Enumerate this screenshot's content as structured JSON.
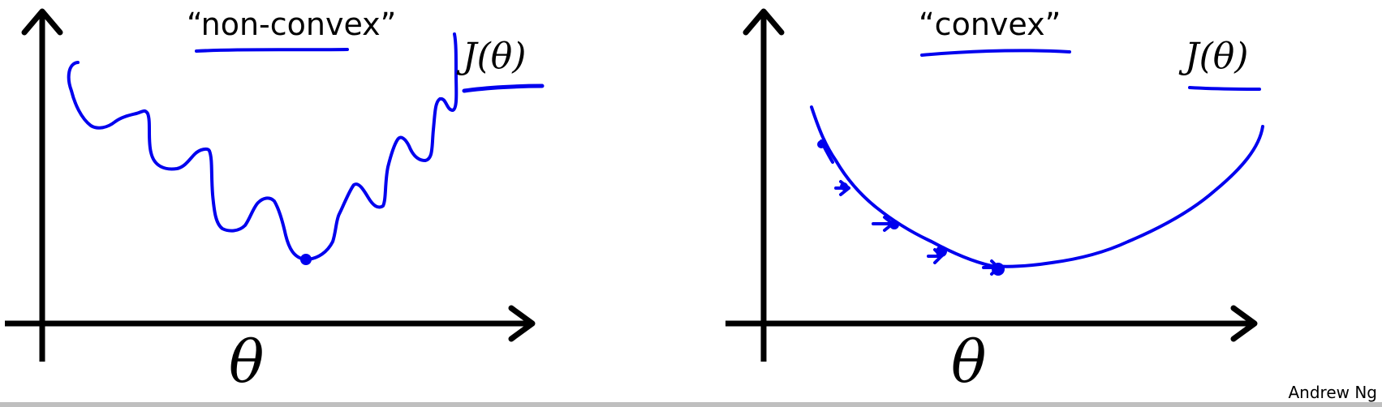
{
  "colors": {
    "ink": "#0000ee",
    "axis": "#000000",
    "rule": "#bfbfbf"
  },
  "slide": {
    "author": "Andrew Ng"
  },
  "plots": [
    {
      "title": "“non-convex”",
      "xlabel": "θ",
      "ylabel": "J(θ)",
      "curve_kind": "non-convex"
    },
    {
      "title": "“convex”",
      "xlabel": "θ",
      "ylabel": "J(θ)",
      "curve_kind": "convex"
    }
  ]
}
